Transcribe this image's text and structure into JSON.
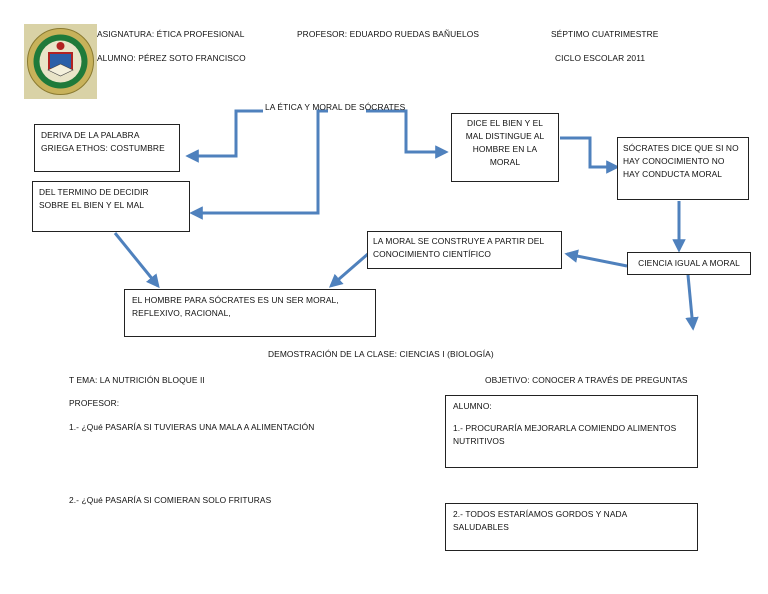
{
  "header": {
    "subject": "ASIGNATURA: ÉTICA PROFESIONAL",
    "teacher": "PROFESOR: EDUARDO RUEDAS BAÑUELOS",
    "semester": "SÉPTIMO CUATRIMESTRE",
    "student": "ALUMNO: PÉREZ SOTO FRANCISCO",
    "school_year": "CICLO ESCOLAR 2011"
  },
  "logo": {
    "icon": "school-seal-icon",
    "colors": {
      "green": "#1f7a3a",
      "gold": "#c8b25a",
      "red": "#b22222"
    }
  },
  "diagram": {
    "title": "LA ÉTICA Y MORAL DE SÓCRATES",
    "arrow_color": "#4f81bd",
    "etymology": [
      "DERIVA DE LA PALABRA",
      "GRIEGA ETHOS: COSTUMBRE"
    ],
    "decide": [
      "DEL TERMINO DE DECIDIR",
      "SOBRE EL BIEN Y EL MAL"
    ],
    "human": [
      "EL HOMBRE PARA SÓCRATES ES UN SER MORAL,",
      "REFLEXIVO, RACIONAL,"
    ],
    "good_evil": [
      "DICE EL BIEN Y EL",
      "MAL DISTINGUE AL",
      "HOMBRE EN LA",
      "MORAL"
    ],
    "knowledge": [
      "SÓCRATES DICE QUE SI NO",
      "HAY CONOCIMIENTO NO",
      "HAY CONDUCTA MORAL"
    ],
    "science": "CIENCIA IGUAL A MORAL",
    "construct": [
      "LA MORAL SE CONSTRUYE A PARTIR DEL",
      "CONOCIMIENTO CIENTÍFICO"
    ]
  },
  "lesson": {
    "demo_title": "DEMOSTRACIÓN DE LA CLASE: CIENCIAS I (BIOLOGÍA)",
    "topic": "T EMA: LA NUTRICIÓN BLOQUE II",
    "objective": "OBJETIVO: CONOCER A TRAVÉS DE PREGUNTAS",
    "teacher_label": "PROFESOR:",
    "question1": "1.- ¿Qué PASARÍA SI TUVIERAS UNA MALA A ALIMENTACIÓN",
    "question2": "2.- ¿Qué PASARÍA SI COMIERAN SOLO FRITURAS",
    "student_label": "ALUMNO:",
    "answer1": [
      "1.- PROCURARÍA MEJORARLA COMIENDO ALIMENTOS",
      "NUTRITIVOS"
    ],
    "answer2": [
      "2.- TODOS ESTARÍAMOS GORDOS Y NADA",
      "SALUDABLES"
    ]
  }
}
